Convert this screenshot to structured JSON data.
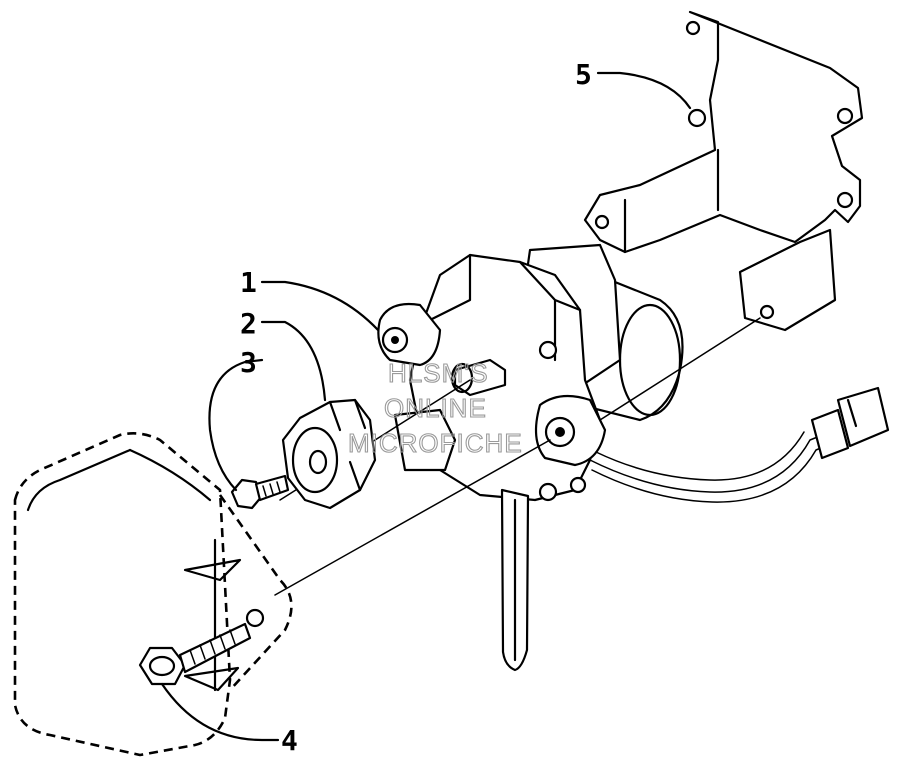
{
  "diagram": {
    "callouts": [
      {
        "label": "1",
        "part": "main-assembly"
      },
      {
        "label": "2",
        "part": "coupler"
      },
      {
        "label": "3",
        "part": "small-bolt"
      },
      {
        "label": "4",
        "part": "long-bolt"
      },
      {
        "label": "5",
        "part": "mounting-bracket"
      }
    ],
    "watermark": [
      "HLSM'S",
      "ONLINE",
      "MICROFICHE"
    ]
  }
}
